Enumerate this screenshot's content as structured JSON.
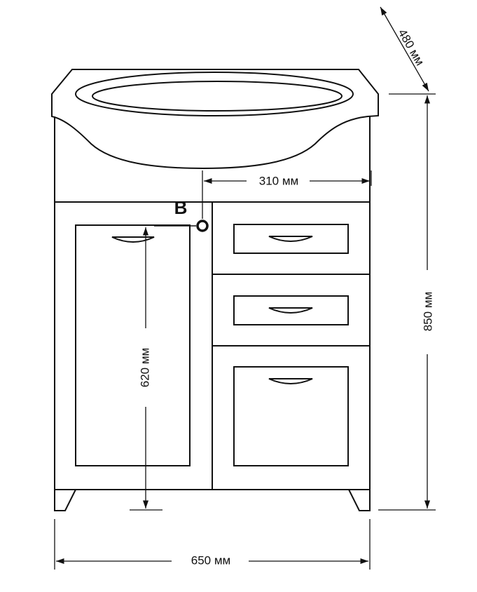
{
  "diagram": {
    "dimensions": {
      "depth": "480 мм",
      "height": "850 мм",
      "width": "650 мм",
      "drawer_width": "310 мм",
      "door_height": "620 мм"
    },
    "marker": "B"
  }
}
